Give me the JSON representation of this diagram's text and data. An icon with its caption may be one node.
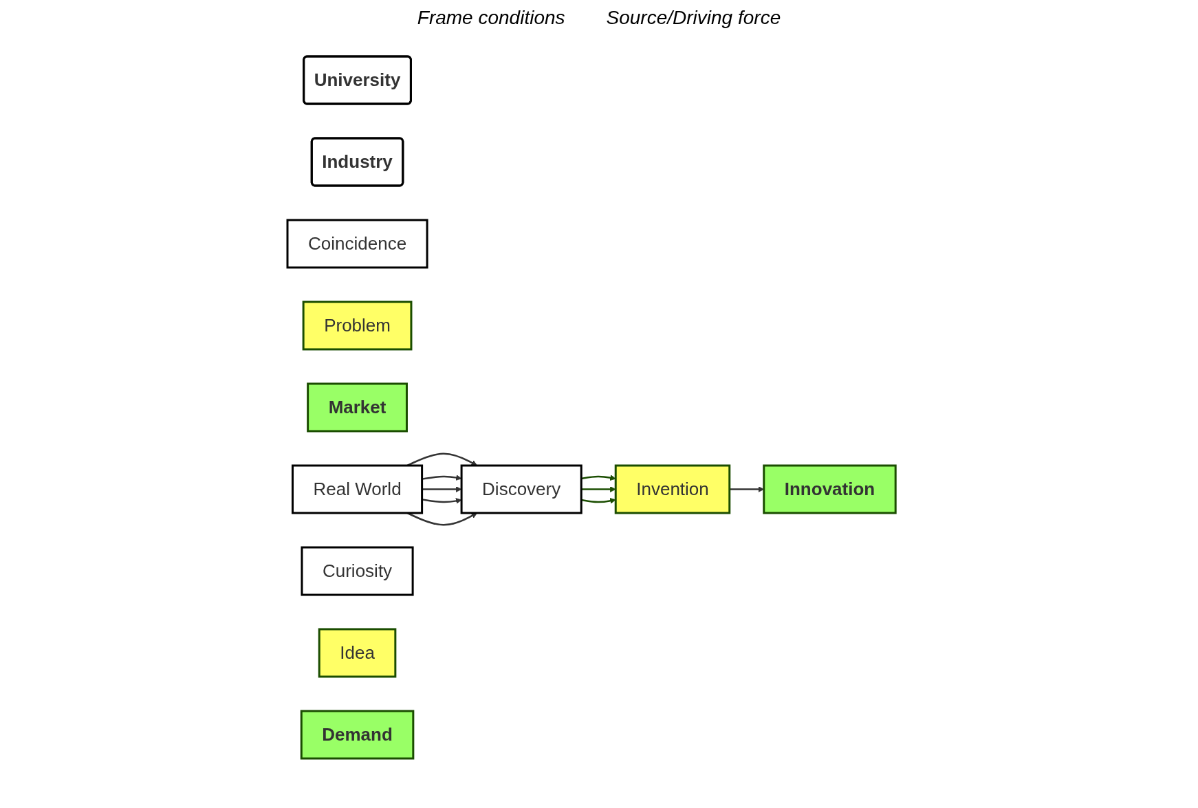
{
  "diagram": {
    "nodes": [
      {
        "text": [
          "University"
        ]
      },
      {
        "text": [
          "Industry"
        ]
      },
      {
        "text": [
          "Coincidence"
        ]
      },
      {
        "text": [
          "Problem"
        ]
      },
      {
        "text": [
          "Market"
        ]
      },
      {
        "text": [
          "Real World"
        ]
      },
      {
        "text": [
          "Discovery"
        ]
      },
      {
        "text": [
          "Invention"
        ]
      },
      {
        "text": [
          "Innovation"
        ]
      },
      {
        "text": [
          "Curiosity"
        ]
      },
      {
        "text": [
          "Idea"
        ]
      },
      {
        "text": [
          "Demand"
        ]
      }
    ],
    "edges": [
      {
        "from": 5,
        "to": 6,
        "arrow": "to"
      },
      {
        "from": 5,
        "to": 6,
        "arrow": "to"
      },
      {
        "from": 5,
        "to": 6,
        "arrow": "to"
      },
      {
        "from": 5,
        "to": 6,
        "arrow": "to"
      },
      {
        "from": 5,
        "to": 6,
        "arrow": "to"
      },
      {
        "from": 6,
        "to": 7,
        "arrow": "to",
        "color": "#1a4d00"
      },
      {
        "from": 6,
        "to": 7,
        "arrow": "to",
        "color": "#1a4d00"
      },
      {
        "from": 6,
        "to": 7,
        "arrow": "to",
        "color": "#1a4d00"
      },
      {
        "from": 7,
        "to": 8,
        "arrow": "to"
      }
    ],
    "labels": [
      "Frame conditions",
      "Source/Driving force"
    ]
  }
}
